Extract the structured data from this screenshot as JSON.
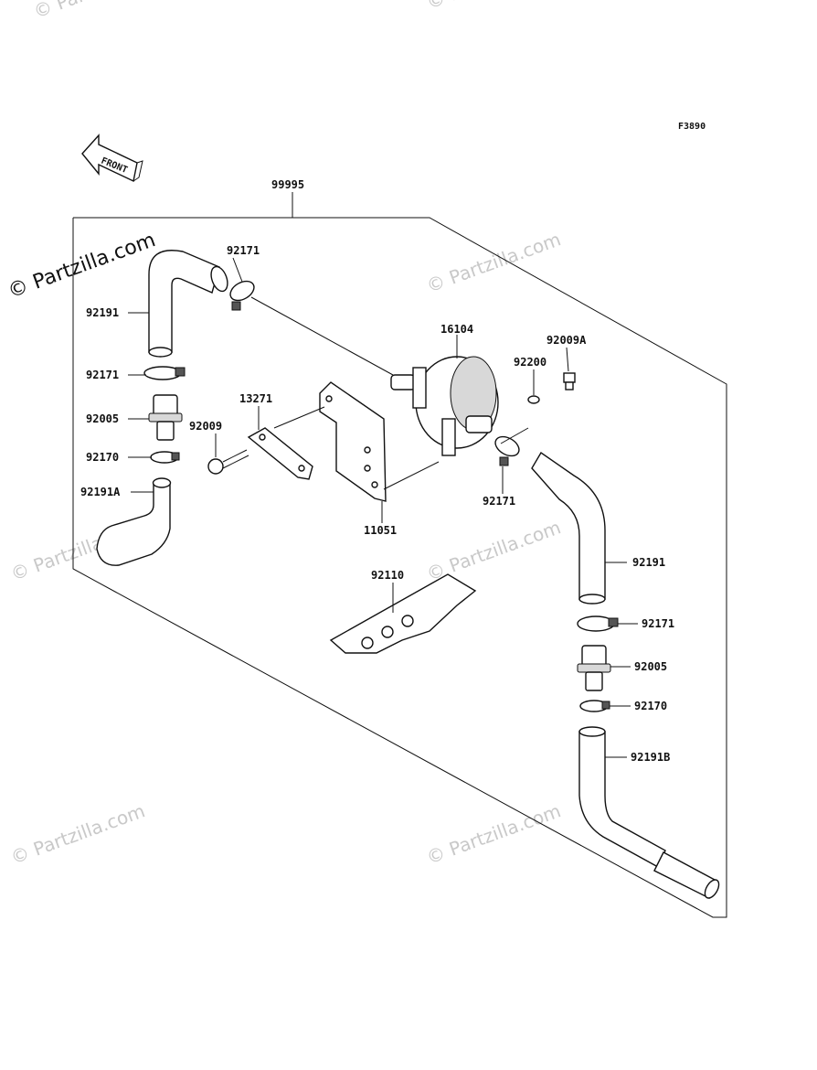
{
  "diagram": {
    "ref_code": "F3890",
    "front_label": "FRONT",
    "watermark_main": "© Partzilla.com",
    "watermark_faint": "© Partzilla.com",
    "callouts": {
      "p99995": "99995",
      "p92171_a": "92171",
      "p92191_a": "92191",
      "p92171_b": "92171",
      "p92005_a": "92005",
      "p92170_a": "92170",
      "p92191A": "92191A",
      "p16104": "16104",
      "p92009A": "92009A",
      "p92200": "92200",
      "p13271": "13271",
      "p92009": "92009",
      "p11051": "11051",
      "p92171_c": "92171",
      "p92191_b": "92191",
      "p92110": "92110",
      "p92171_d": "92171",
      "p92005_b": "92005",
      "p92170_b": "92170",
      "p92191B": "92191B"
    }
  }
}
